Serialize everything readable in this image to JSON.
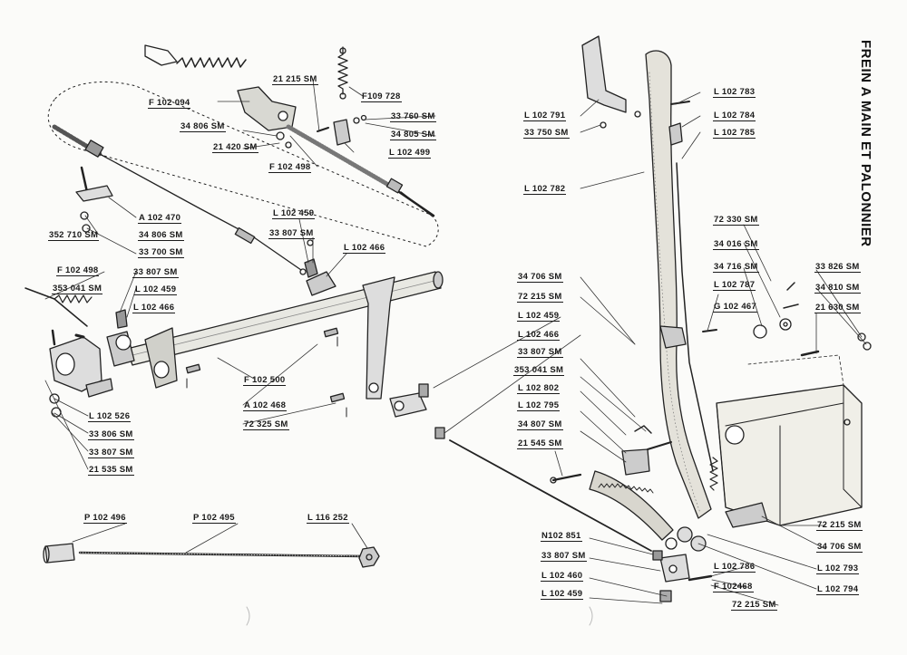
{
  "title": "FREIN A MAIN ET PALONNIER",
  "parts": [
    {
      "id": "p01",
      "text": "F 102 094"
    },
    {
      "id": "p02",
      "text": "21 215 SM"
    },
    {
      "id": "p03",
      "text": "F109 728"
    },
    {
      "id": "p04",
      "text": "33 760 SM"
    },
    {
      "id": "p05",
      "text": "34 806 SM"
    },
    {
      "id": "p06",
      "text": "34 805 SM"
    },
    {
      "id": "p07",
      "text": "21 420 SM"
    },
    {
      "id": "p08",
      "text": "L 102 499"
    },
    {
      "id": "p09",
      "text": "F 102 498"
    },
    {
      "id": "p10",
      "text": "A 102 470"
    },
    {
      "id": "p11",
      "text": "34 806 SM"
    },
    {
      "id": "p12",
      "text": "352 710 SM"
    },
    {
      "id": "p13",
      "text": "33 700 SM"
    },
    {
      "id": "p14",
      "text": "L 102 459"
    },
    {
      "id": "p15",
      "text": "33 807 SM"
    },
    {
      "id": "p16",
      "text": "L 102 466"
    },
    {
      "id": "p17",
      "text": "F 102 498"
    },
    {
      "id": "p18",
      "text": "33 807 SM"
    },
    {
      "id": "p19",
      "text": "353 041 SM"
    },
    {
      "id": "p20",
      "text": "L 102 459"
    },
    {
      "id": "p21",
      "text": "L 102 466"
    },
    {
      "id": "p22",
      "text": "F 102 500"
    },
    {
      "id": "p23",
      "text": "A 102 468"
    },
    {
      "id": "p24",
      "text": "72 325 SM"
    },
    {
      "id": "p25",
      "text": "L 102 526"
    },
    {
      "id": "p26",
      "text": "33 806 SM"
    },
    {
      "id": "p27",
      "text": "33 807 SM"
    },
    {
      "id": "p28",
      "text": "21 535 SM"
    },
    {
      "id": "p29",
      "text": "P 102 496"
    },
    {
      "id": "p30",
      "text": "P 102 495"
    },
    {
      "id": "p31",
      "text": "L 116 252"
    },
    {
      "id": "p32",
      "text": "L 102 791"
    },
    {
      "id": "p33",
      "text": "33 750 SM"
    },
    {
      "id": "p34",
      "text": "L 102 782"
    },
    {
      "id": "p35",
      "text": "L 102 783"
    },
    {
      "id": "p36",
      "text": "L 102 784"
    },
    {
      "id": "p37",
      "text": "L 102 785"
    },
    {
      "id": "p38",
      "text": "72 330 SM"
    },
    {
      "id": "p39",
      "text": "34 016 SM"
    },
    {
      "id": "p40",
      "text": "34 716 SM"
    },
    {
      "id": "p41",
      "text": "L 102 787"
    },
    {
      "id": "p42",
      "text": "G 102 467"
    },
    {
      "id": "p43",
      "text": "33 826 SM"
    },
    {
      "id": "p44",
      "text": "34 810 SM"
    },
    {
      "id": "p45",
      "text": "21 630 SM"
    },
    {
      "id": "p46",
      "text": "34 706 SM"
    },
    {
      "id": "p47",
      "text": "72 215 SM"
    },
    {
      "id": "p48",
      "text": "L 102 459"
    },
    {
      "id": "p49",
      "text": "L 102 466"
    },
    {
      "id": "p50",
      "text": "33 807 SM"
    },
    {
      "id": "p51",
      "text": "353 041 SM"
    },
    {
      "id": "p52",
      "text": "L 102 802"
    },
    {
      "id": "p53",
      "text": "L 102 795"
    },
    {
      "id": "p54",
      "text": "34 807 SM"
    },
    {
      "id": "p55",
      "text": "21 545 SM"
    },
    {
      "id": "p56",
      "text": "N102 851"
    },
    {
      "id": "p57",
      "text": "33 807 SM"
    },
    {
      "id": "p58",
      "text": "L 102 460"
    },
    {
      "id": "p59",
      "text": "L 102 459"
    },
    {
      "id": "p60",
      "text": "L 102 786"
    },
    {
      "id": "p61",
      "text": "F 102468"
    },
    {
      "id": "p62",
      "text": "72 215 SM"
    },
    {
      "id": "p63",
      "text": "72 215 SM"
    },
    {
      "id": "p64",
      "text": "34 706 SM"
    },
    {
      "id": "p65",
      "text": "L 102 793"
    },
    {
      "id": "p66",
      "text": "L 102 794"
    }
  ]
}
